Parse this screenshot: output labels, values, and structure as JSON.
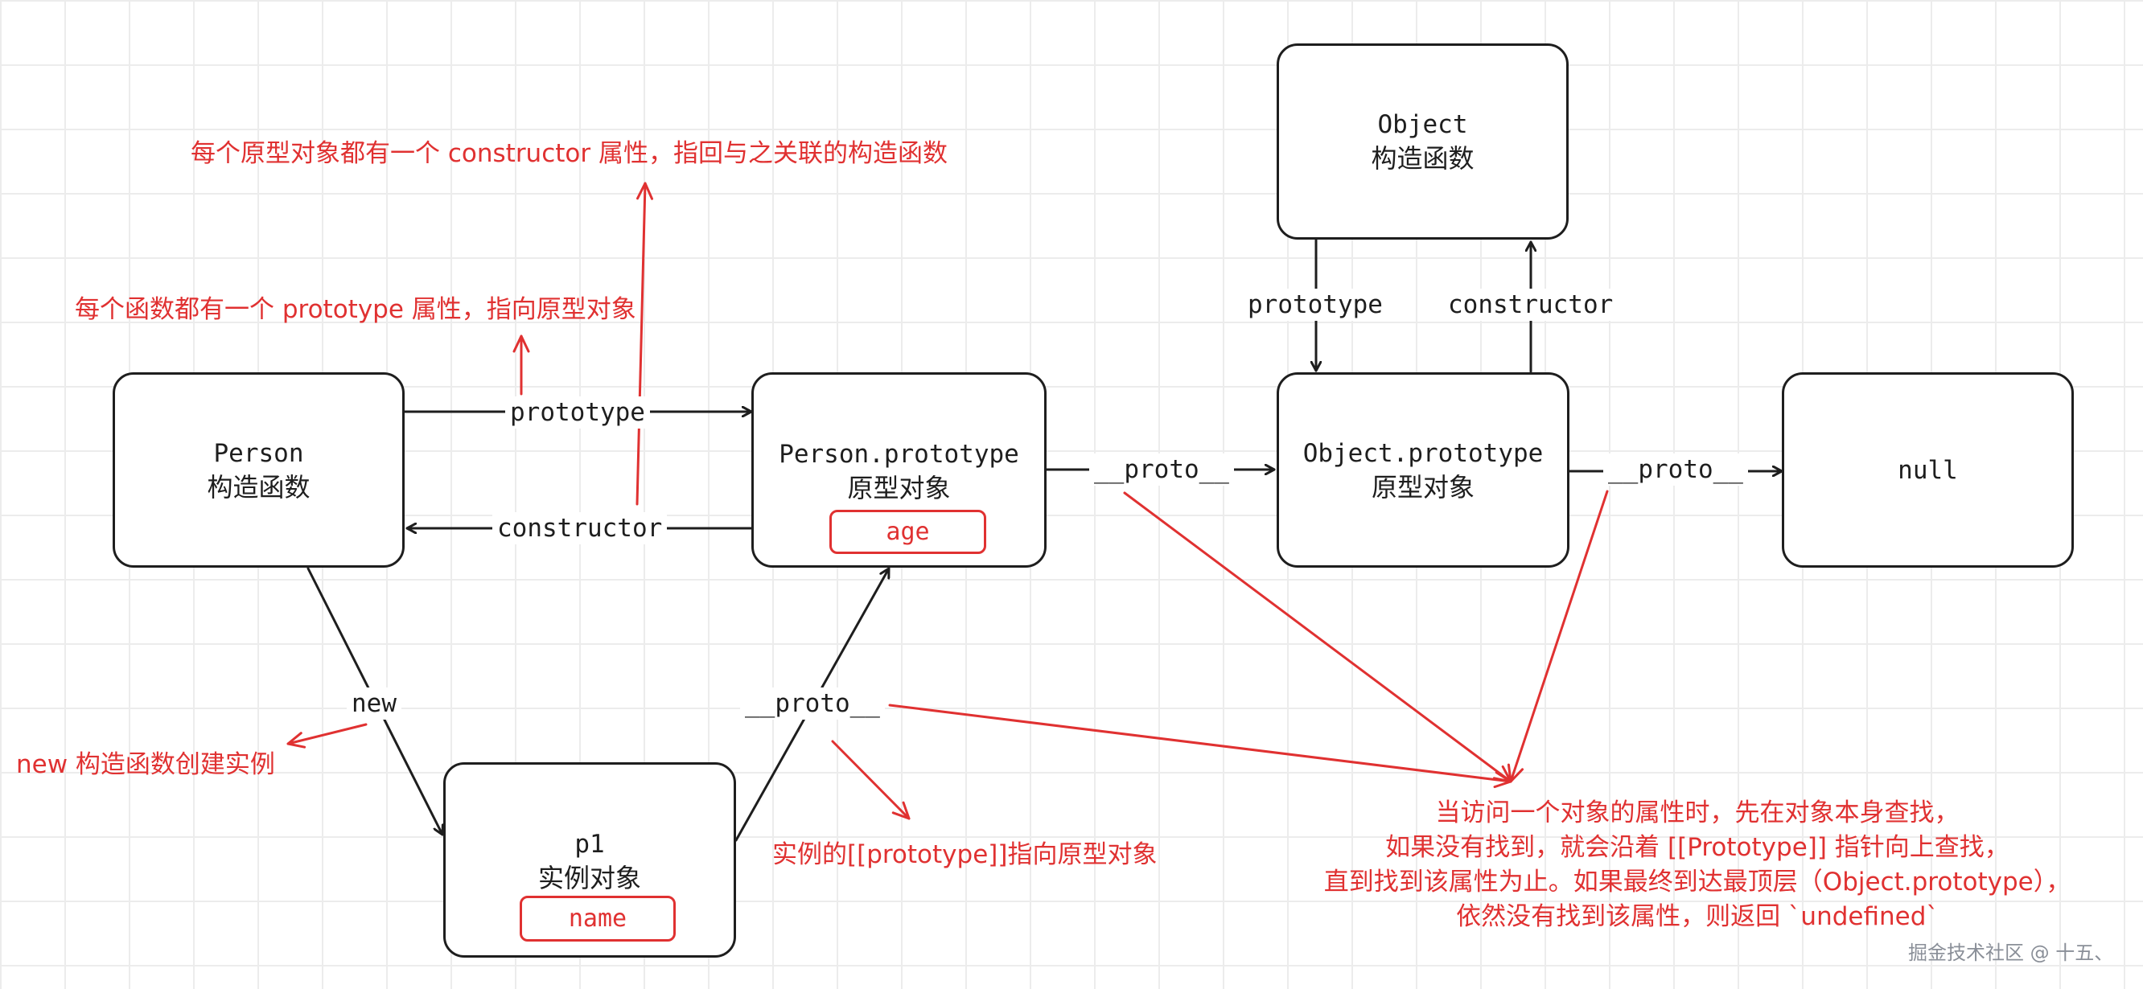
{
  "nodes": {
    "person": {
      "line1": "Person",
      "line2": "构造函数"
    },
    "person_prototype": {
      "line1": "Person.prototype",
      "line2": "原型对象",
      "property": "age"
    },
    "object_ctor": {
      "line1": "Object",
      "line2": "构造函数"
    },
    "object_prototype": {
      "line1": "Object.prototype",
      "line2": "原型对象"
    },
    "null_node": {
      "line1": "null"
    },
    "p1": {
      "line1": "p1",
      "line2": "实例对象",
      "property": "name"
    }
  },
  "edge_labels": {
    "person_prototype": "prototype",
    "person_constructor": "constructor",
    "object_prototype": "prototype",
    "object_constructor": "constructor",
    "pp_proto": "__proto__",
    "op_proto": "__proto__",
    "new": "new",
    "p1_proto": "__proto__"
  },
  "notes": {
    "constructor_note": "每个原型对象都有一个 constructor 属性，指回与之关联的构造函数",
    "prototype_note": "每个函数都有一个 prototype 属性，指向原型对象",
    "new_note": "new 构造函数创建实例",
    "instance_note": "实例的[[prototype]]指向原型对象",
    "lookup_note": [
      "当访问一个对象的属性时，先在对象本身查找，",
      "如果没有找到，就会沿着 [[Prototype]] 指针向上查找，",
      "直到找到该属性为止。如果最终到达最顶层（Object.prototype），",
      "依然没有找到该属性，则返回 `undefined`"
    ]
  },
  "watermark": "掘金技术社区 @ 十五、",
  "colors": {
    "stroke": "#1e1e1e",
    "accent": "#e03131",
    "grid": "#ececec"
  }
}
